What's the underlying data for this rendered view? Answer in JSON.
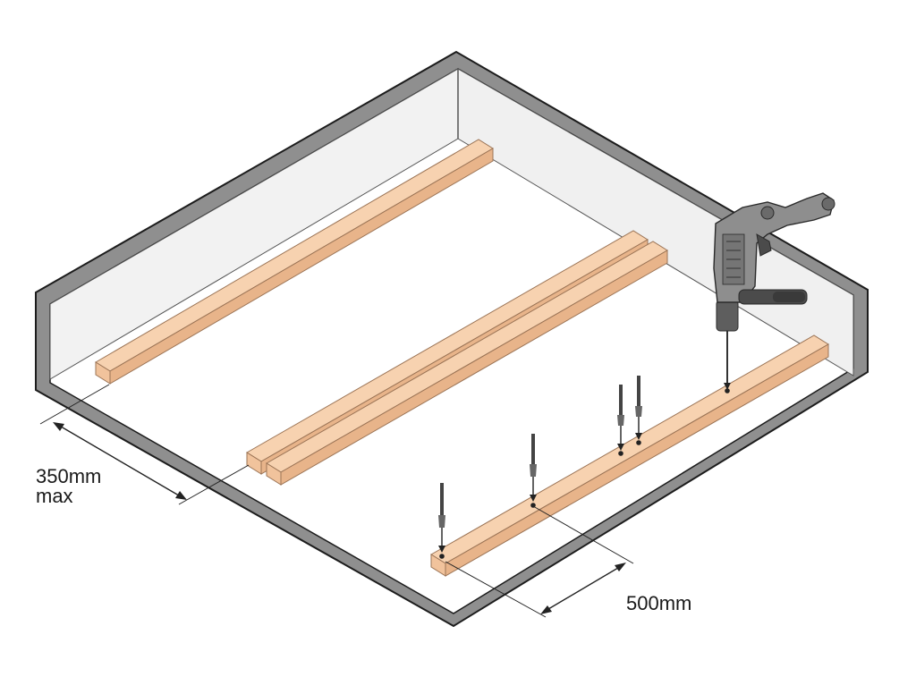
{
  "dimensions": {
    "joist_spacing": {
      "value": "350mm",
      "qualifier": "max"
    },
    "fixing_spacing": {
      "value": "500mm"
    }
  },
  "colors": {
    "wall_fill": "#8f8f8f",
    "wall_outline": "#1c1c1c",
    "inner_wall": "#f2f2f2",
    "floor": "#ffffff",
    "timber_top": "#f7d2b0",
    "timber_side": "#e8b48a",
    "timber_end": "#f1c39c",
    "timber_outline": "#9b7456",
    "drill_body": "#8e8e8e",
    "drill_dark": "#4b4b4b",
    "line": "#222222"
  },
  "icons": {
    "power-drill": "hammer-drill-icon",
    "screw": "screw-with-plug-icon"
  }
}
